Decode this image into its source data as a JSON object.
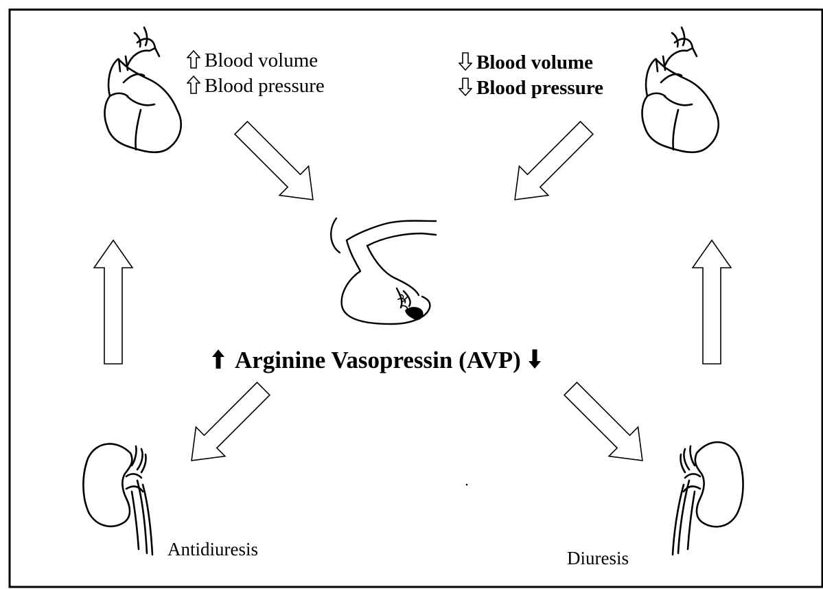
{
  "top_left": {
    "line1": "Blood volume",
    "line2": "Blood pressure",
    "direction_icon": "hollow-up-arrow-icon"
  },
  "top_right": {
    "line1": "Blood volume",
    "line2": "Blood pressure",
    "direction_icon": "hollow-down-arrow-icon"
  },
  "center": {
    "label": "Arginine Vasopressin (AVP)",
    "left_icon": "solid-up-arrow-icon",
    "right_icon": "solid-down-arrow-icon"
  },
  "bottom_left": {
    "label": "Antidiuresis"
  },
  "bottom_right": {
    "label": "Diuresis"
  },
  "illustrations": [
    "heart-icon",
    "heart-icon",
    "pituitary-gland-icon",
    "kidney-icon",
    "kidney-icon"
  ],
  "colors": {
    "line": "#000000",
    "background": "#ffffff"
  }
}
